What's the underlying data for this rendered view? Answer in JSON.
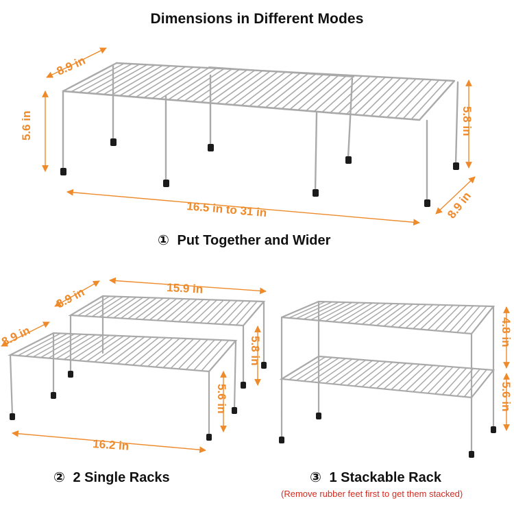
{
  "title": "Dimensions in Different Modes",
  "modes": [
    {
      "marker": "①",
      "caption": "Put Together and Wider",
      "dimensions": {
        "depth_left": "8.9 in",
        "height_left": "5.6 in",
        "height_right": "5.8 in",
        "depth_right": "8.9 in",
        "width": "16.5 in to 31 in"
      }
    },
    {
      "marker": "②",
      "caption": "2 Single Racks",
      "dimensions": {
        "depth_back": "8.9 in",
        "width_back": "15.9 in",
        "depth_front": "8.9 in",
        "height_back": "5.8 in",
        "height_front": "5.6 in",
        "width_front": "16.2 in"
      }
    },
    {
      "marker": "③",
      "caption": "1 Stackable Rack",
      "note": "(Remove rubber feet first to get them stacked)",
      "dimensions": {
        "height_top": "4.8 in",
        "height_bottom": "5.6 in"
      }
    }
  ],
  "colors": {
    "dimension": "#ee8a2a",
    "wire": "#a9a9a9",
    "foot": "#1b1b1b",
    "note": "#d42a1e"
  }
}
